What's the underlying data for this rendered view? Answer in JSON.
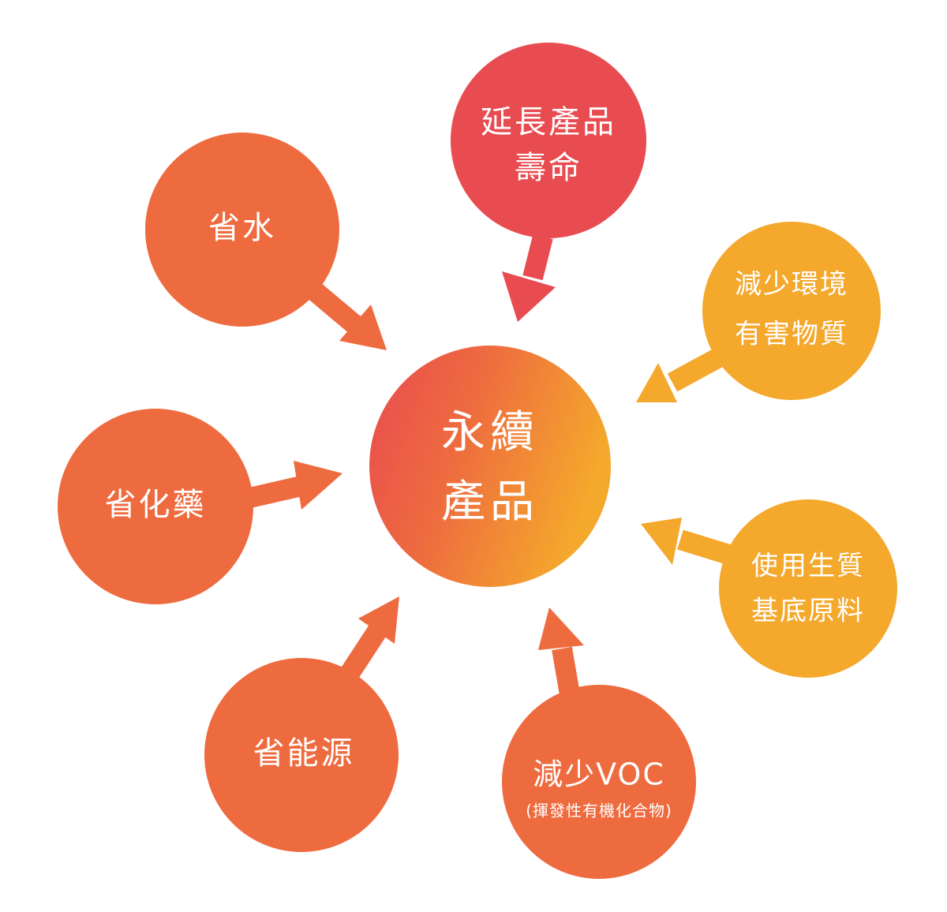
{
  "colors": {
    "red": "#E84B50",
    "orange": "#EE6B3F",
    "amber": "#F4A82C",
    "text": "#FFFFFF",
    "center_gradient": [
      "#E84B50",
      "#EE6B3F",
      "#F4A82C"
    ]
  },
  "center": {
    "line1": "永續",
    "line2": "產品"
  },
  "nodes": {
    "extend_life": {
      "line1": "延長產品",
      "line2": "壽命",
      "color": "red"
    },
    "save_water": {
      "line1": "省水",
      "color": "orange"
    },
    "reduce_hazard": {
      "line1": "減少環境",
      "line2": "有害物質",
      "color": "amber"
    },
    "save_chemicals": {
      "line1": "省化藥",
      "color": "orange"
    },
    "biobased": {
      "line1": "使用生質",
      "line2": "基底原料",
      "color": "amber"
    },
    "save_energy": {
      "line1": "省能源",
      "color": "orange"
    },
    "reduce_voc": {
      "line1": "減少VOC",
      "line2": "(揮發性有機化合物)",
      "color": "orange"
    }
  }
}
